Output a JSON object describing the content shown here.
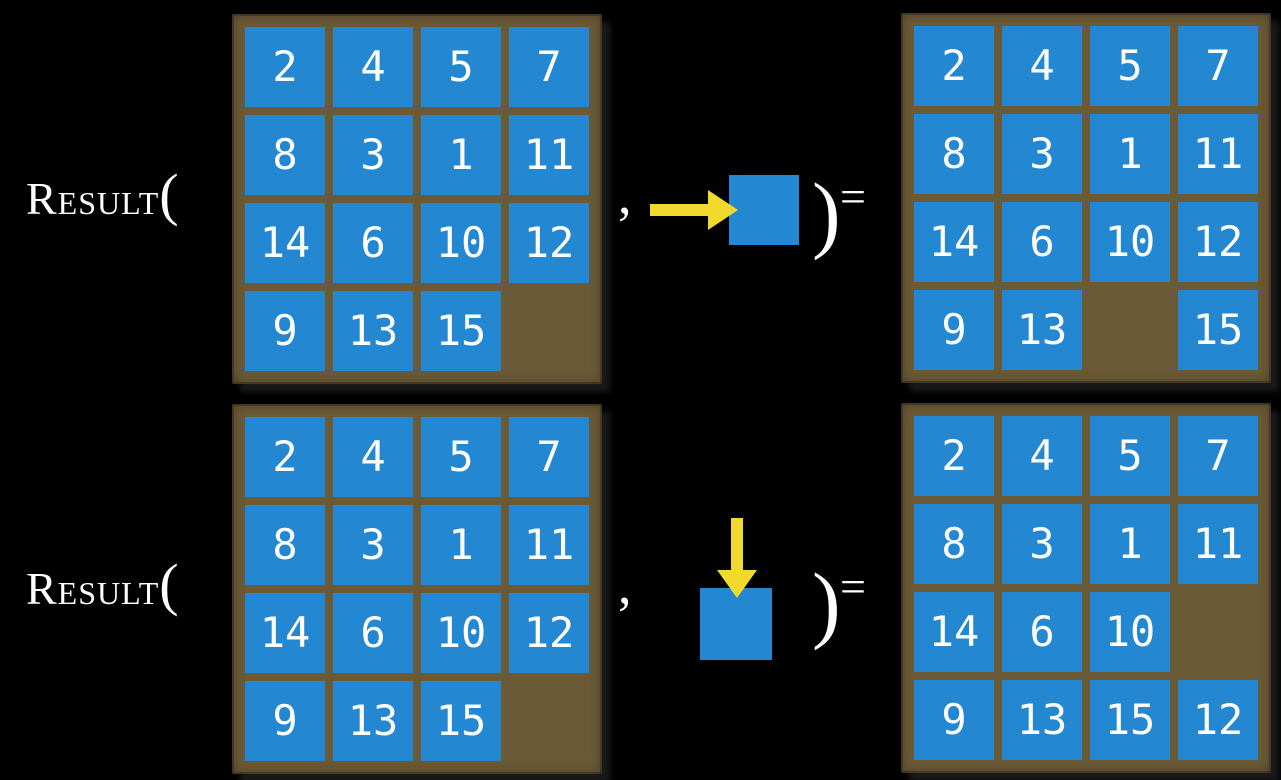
{
  "figure": {
    "description": "RESULT function applied to 15-puzzle states",
    "colors": {
      "background": "#000000",
      "board_frame": "#6B5A37",
      "tile_blue": "#2487D2",
      "tile_text": "#FFFFFF",
      "arrow_yellow": "#F2D92E",
      "label_text": "#FFFFFF"
    }
  },
  "equations": [
    {
      "function_name": "Result",
      "open_paren": "(",
      "comma": ",",
      "close_paren": ")",
      "equals": "=",
      "action_icon": "arrow-right-into-tile-icon",
      "input_board": [
        [
          2,
          4,
          5,
          7
        ],
        [
          8,
          3,
          1,
          11
        ],
        [
          14,
          6,
          10,
          12
        ],
        [
          9,
          13,
          15,
          null
        ]
      ],
      "output_board": [
        [
          2,
          4,
          5,
          7
        ],
        [
          8,
          3,
          1,
          11
        ],
        [
          14,
          6,
          10,
          12
        ],
        [
          9,
          13,
          null,
          15
        ]
      ]
    },
    {
      "function_name": "Result",
      "open_paren": "(",
      "comma": ",",
      "close_paren": ")",
      "equals": "=",
      "action_icon": "arrow-down-into-tile-icon",
      "input_board": [
        [
          2,
          4,
          5,
          7
        ],
        [
          8,
          3,
          1,
          11
        ],
        [
          14,
          6,
          10,
          12
        ],
        [
          9,
          13,
          15,
          null
        ]
      ],
      "output_board": [
        [
          2,
          4,
          5,
          7
        ],
        [
          8,
          3,
          1,
          11
        ],
        [
          14,
          6,
          10,
          null
        ],
        [
          9,
          13,
          15,
          12
        ]
      ]
    }
  ]
}
